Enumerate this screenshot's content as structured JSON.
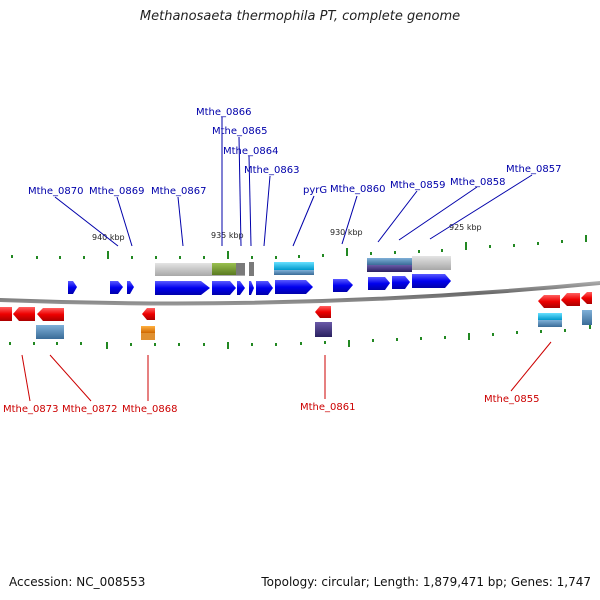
{
  "title": "Methanosaeta thermophila PT, complete genome",
  "accession": "Accession: NC_008553",
  "summary": "Topology: circular; Length: 1,879,471 bp; Genes: 1,747",
  "scale_labels": [
    "940 kbp",
    "935 kbp",
    "930 kbp",
    "925 kbp"
  ],
  "colors": {
    "forward_gene": "#0000ee",
    "reverse_gene": "#ee0000",
    "forward_label": "#0000aa",
    "reverse_label": "#cc0000",
    "tick": "#228822",
    "backbone": "#7a7a7a"
  },
  "forward_labels": [
    "Mthe_0870",
    "Mthe_0869",
    "Mthe_0867",
    "Mthe_0866",
    "Mthe_0865",
    "Mthe_0864",
    "Mthe_0863",
    "pyrG",
    "Mthe_0860",
    "Mthe_0859",
    "Mthe_0858",
    "Mthe_0857"
  ],
  "reverse_labels": [
    "Mthe_0873",
    "Mthe_0872",
    "Mthe_0868",
    "Mthe_0861",
    "Mthe_0855"
  ]
}
